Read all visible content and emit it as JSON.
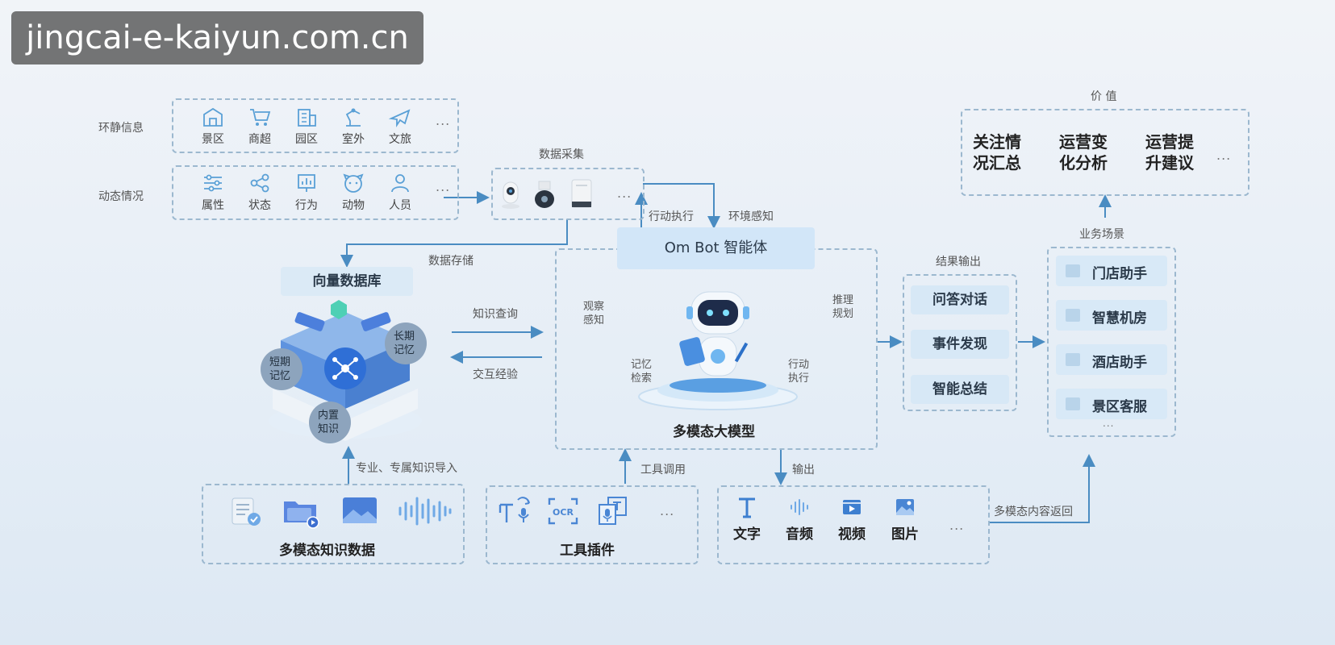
{
  "watermark": "jingcai-e-kaiyun.com.cn",
  "env": {
    "label": "环静信息",
    "items": [
      {
        "label": "景区",
        "icon": "building-icon"
      },
      {
        "label": "商超",
        "icon": "cart-icon"
      },
      {
        "label": "园区",
        "icon": "office-icon"
      },
      {
        "label": "室外",
        "icon": "robot-arm-icon"
      },
      {
        "label": "文旅",
        "icon": "airplane-icon"
      }
    ],
    "ellipsis": "..."
  },
  "dynamic": {
    "label": "动态情况",
    "items": [
      {
        "label": "属性",
        "icon": "sliders-icon"
      },
      {
        "label": "状态",
        "icon": "share-icon"
      },
      {
        "label": "行为",
        "icon": "chart-board-icon"
      },
      {
        "label": "动物",
        "icon": "animal-face-icon"
      },
      {
        "label": "人员",
        "icon": "people-icon"
      }
    ],
    "ellipsis": "..."
  },
  "collect": {
    "title": "数据采集",
    "ellipsis": "..."
  },
  "flow": {
    "store": "数据存储",
    "action": "行动执行",
    "sense": "环境感知",
    "query": "知识查询",
    "exchange": "交互经验",
    "import": "专业、专属知识导入",
    "tool_call": "工具调用",
    "output": "输出",
    "result": "结果输出",
    "return": "多模态内容返回",
    "scene": "业务场景",
    "value": "价 值"
  },
  "vector_db": {
    "title": "向量数据库",
    "short": "短期\n记忆",
    "long": "长期\n记忆",
    "builtin": "内置\n知识"
  },
  "agent": {
    "title": "Om Bot 智能体",
    "observe": "观察\n感知",
    "plan": "推理\n规划",
    "memory": "记忆\n检索",
    "act": "行动\n执行",
    "model": "多模态大模型"
  },
  "results": [
    "问答对话",
    "事件发现",
    "智能总结"
  ],
  "scenes": [
    "门店助手",
    "智慧机房",
    "酒店助手",
    "景区客服"
  ],
  "scenes_more": "...",
  "values": [
    "关注情\n况汇总",
    "运营变\n化分析",
    "运营提\n升建议"
  ],
  "values_more": "...",
  "knowledge": {
    "title": "多模态知识数据"
  },
  "tools": {
    "title": "工具插件",
    "ellipsis": "..."
  },
  "outputs": {
    "items": [
      "文字",
      "音频",
      "视频",
      "图片"
    ],
    "ellipsis": "..."
  },
  "colors": {
    "accent": "#3b8fd0",
    "line": "#4a8cc2",
    "dash": "#9cb8cf"
  }
}
